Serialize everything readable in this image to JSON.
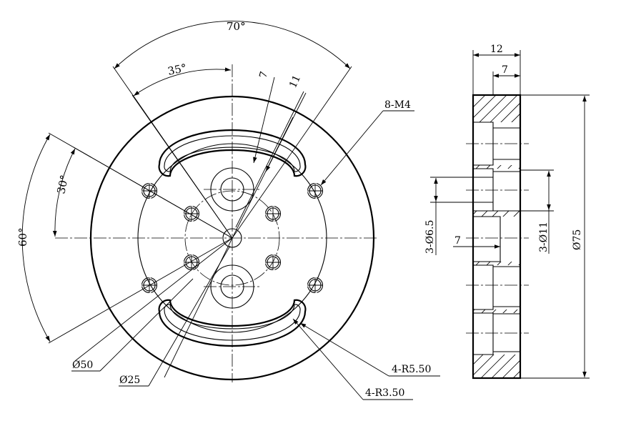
{
  "front_view": {
    "angles": {
      "a70": "70°",
      "a35": "35°",
      "a30": "30°",
      "a60": "60°"
    },
    "slot_dims": {
      "d7": "7",
      "d11": "11"
    },
    "callouts": {
      "m4": "8-M4",
      "phi50": "Ø50",
      "phi25": "Ø25",
      "r550": "4-R5.50",
      "r350": "4-R3.50"
    }
  },
  "section_view": {
    "widths": {
      "w12": "12",
      "w7": "7",
      "w7b": "7"
    },
    "diameters": {
      "phi75": "Ø75",
      "phi65": "3-Ø6.5",
      "phi11": "3-Ø11"
    }
  }
}
